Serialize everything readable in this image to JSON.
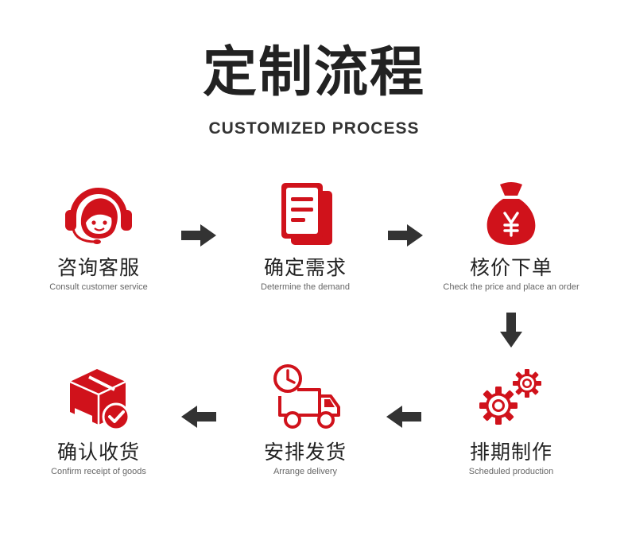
{
  "header": {
    "title": "定制流程",
    "subtitle": "CUSTOMIZED PROCESS"
  },
  "colors": {
    "accent": "#d0121b",
    "arrow": "#333333",
    "text": "#222222"
  },
  "steps": [
    {
      "cn": "咨询客服",
      "en": "Consult customer service",
      "icon": "customer-service-headset-icon"
    },
    {
      "cn": "确定需求",
      "en": "Determine the demand",
      "icon": "document-icon"
    },
    {
      "cn": "核价下单",
      "en": "Check the price and place an order",
      "icon": "money-bag-yen-icon"
    },
    {
      "cn": "排期制作",
      "en": "Scheduled production",
      "icon": "gears-icon"
    },
    {
      "cn": "安排发货",
      "en": "Arrange delivery",
      "icon": "delivery-truck-clock-icon"
    },
    {
      "cn": "确认收货",
      "en": "Confirm receipt of goods",
      "icon": "package-check-icon"
    }
  ]
}
